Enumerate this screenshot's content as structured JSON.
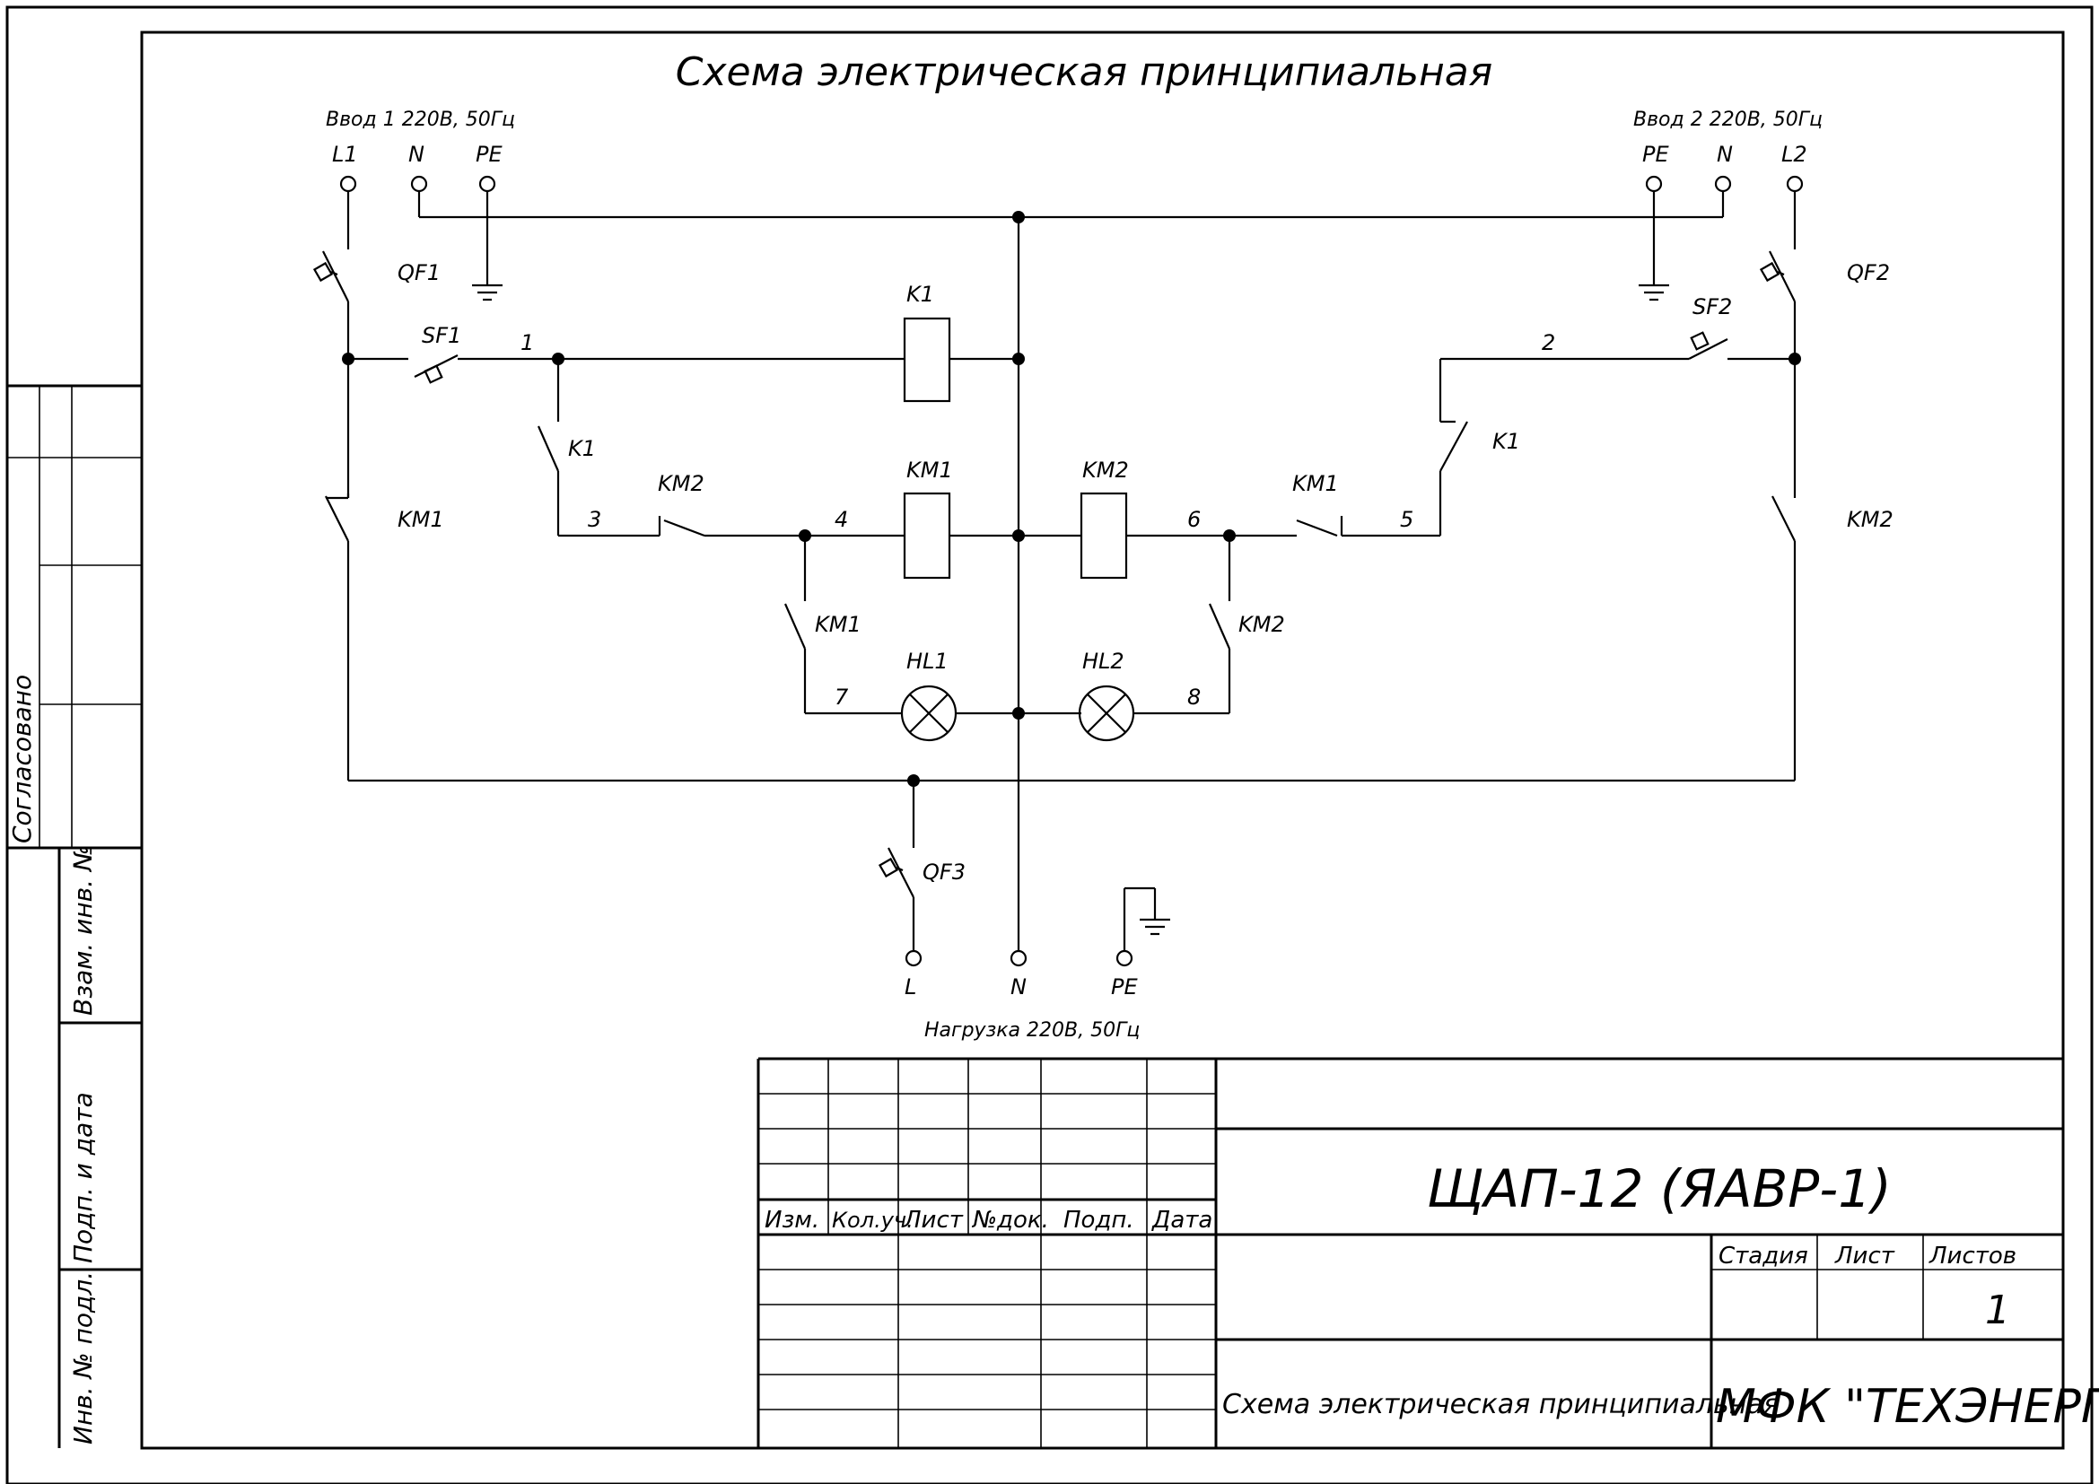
{
  "title": "Схема электрическая принципиальная",
  "inputs": {
    "input1": {
      "caption": "Ввод 1  220В, 50Гц",
      "l": "L1",
      "n": "N",
      "pe": "PE"
    },
    "input2": {
      "caption": "Ввод 2  220В, 50Гц",
      "pe": "PE",
      "n": "N",
      "l": "L2"
    }
  },
  "load": {
    "caption": "Нагрузка  220В, 50Гц",
    "l": "L",
    "n": "N",
    "pe": "PE"
  },
  "components": {
    "qf1": "QF1",
    "qf2": "QF2",
    "qf3": "QF3",
    "sf1": "SF1",
    "sf2": "SF2",
    "k1_coil": "K1",
    "k1_contact_left": "K1",
    "k1_contact_right": "K1",
    "km1_main": "KM1",
    "km2_main": "KM2",
    "km1_coil": "KM1",
    "km2_coil": "KM2",
    "km2_interlock": "KM2",
    "km1_interlock": "KM1",
    "km1_lamp_contact": "KM1",
    "km2_lamp_contact": "KM2",
    "hl1": "HL1",
    "hl2": "HL2"
  },
  "wires": {
    "w1": "1",
    "w2": "2",
    "w3": "3",
    "w4": "4",
    "w5": "5",
    "w6": "6",
    "w7": "7",
    "w8": "8"
  },
  "side_stamp": {
    "agreed": "Согласовано",
    "inv_replace": "Взам. инв. №",
    "sign_date": "Подп. и дата",
    "inv_orig": "Инв. № подл."
  },
  "title_block": {
    "headers": [
      "Изм.",
      "Кол.уч.",
      "Лист",
      "№док.",
      "Подп.",
      "Дата"
    ],
    "designation": "ЩАП-12 (ЯАВР-1)",
    "stage_label": "Стадия",
    "sheet_label": "Лист",
    "sheets_label": "Листов",
    "sheets_count": "1",
    "doc_name": "Схема электрическая принципиальная",
    "company": "МФК \"ТЕХЭНЕРГО\""
  }
}
